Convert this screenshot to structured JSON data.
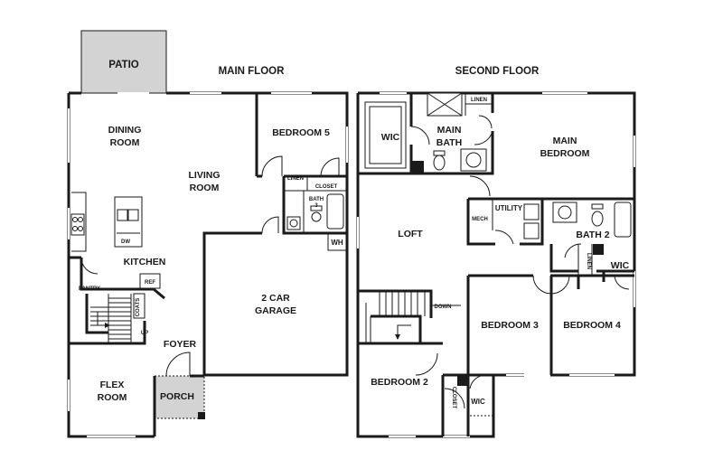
{
  "floors": {
    "main": {
      "title": "MAIN FLOOR"
    },
    "second": {
      "title": "SECOND FLOOR"
    }
  },
  "rooms": {
    "patio": "PATIO",
    "dining_1": "DINING",
    "dining_2": "ROOM",
    "living_1": "LIVING",
    "living_2": "ROOM",
    "bedroom5": "BEDROOM 5",
    "linen_main": "LINEN",
    "closet_main": "CLOSET",
    "bath3_1": "BATH",
    "bath3_2": "3",
    "wh": "WH",
    "kitchen": "KITCHEN",
    "dw": "DW",
    "pantry": "PANTRY",
    "ref": "REF",
    "coats": "COATS",
    "up": "UP",
    "garage_1": "2 CAR",
    "garage_2": "GARAGE",
    "foyer": "FOYER",
    "flex_1": "FLEX",
    "flex_2": "ROOM",
    "porch": "PORCH",
    "wic_main": "WIC",
    "linen_second": "LINEN",
    "main_bath_1": "MAIN",
    "main_bath_2": "BATH",
    "main_bedroom_1": "MAIN",
    "main_bedroom_2": "BEDROOM",
    "utility": "UTILITY",
    "mech": "MECH",
    "loft": "LOFT",
    "bath2": "BATH 2",
    "linen_bath2": "LINEN",
    "wic_bed4": "WIC",
    "down": "DOWN",
    "bedroom3": "BEDROOM 3",
    "bedroom4": "BEDROOM 4",
    "bedroom2": "BEDROOM 2",
    "closet_bed2": "CLOSET",
    "wic_bed2": "WIC"
  },
  "colors": {
    "wall": "#1a1a1a",
    "patio": "#d3d3d3",
    "porch": "#d3d3d3",
    "background": "#ffffff"
  }
}
